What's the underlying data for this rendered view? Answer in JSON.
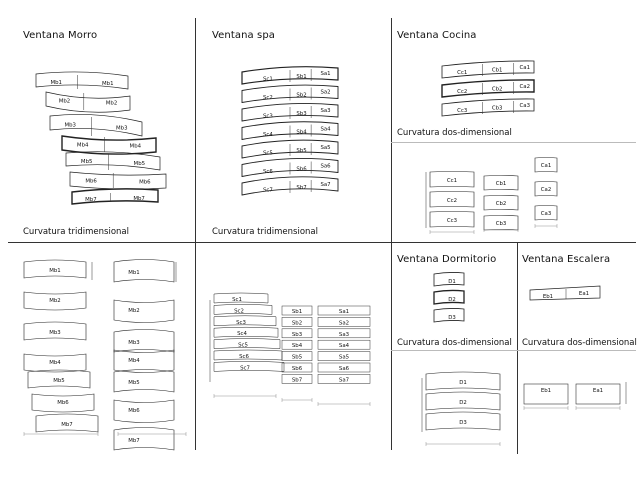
{
  "sections": {
    "morro": {
      "title": "Ventana Morro",
      "caption": "Curvatura tridimensional"
    },
    "spa": {
      "title": "Ventana spa",
      "caption": "Curvatura tridimensional"
    },
    "cocina": {
      "title": "Ventana Cocina",
      "caption": "Curvatura dos-dimensional"
    },
    "dormitorio": {
      "title": "Ventana Dormitorio",
      "caption": "Curvatura dos-dimensional"
    },
    "escalera": {
      "title": "Ventana Escalera",
      "caption": "Curvatura dos-dimensional"
    }
  },
  "pieces": {
    "morro": [
      [
        "Mb1",
        "Mb1"
      ],
      [
        "Mb2",
        "Mb2"
      ],
      [
        "Mb3",
        "Mb3"
      ],
      [
        "Mb4",
        "Mb4"
      ],
      [
        "Mb5",
        "Mb5"
      ],
      [
        "Mb6",
        "Mb6"
      ],
      [
        "Mb7",
        "Mb7"
      ]
    ],
    "spa": [
      [
        "Sc1",
        "Sb1",
        "Sa1"
      ],
      [
        "Sc2",
        "Sb2",
        "Sa2"
      ],
      [
        "Sc3",
        "Sb3",
        "Sa3"
      ],
      [
        "Sc4",
        "Sb4",
        "Sa4"
      ],
      [
        "Sc5",
        "Sb5",
        "Sa5"
      ],
      [
        "Sc6",
        "Sb6",
        "Sa6"
      ],
      [
        "Sc7",
        "Sb7",
        "Sa7"
      ]
    ],
    "cocina": [
      [
        "Cc1",
        "Cb1",
        "Ca1"
      ],
      [
        "Cc2",
        "Cb2",
        "Ca2"
      ],
      [
        "Cc3",
        "Cb3",
        "Ca3"
      ]
    ],
    "dormitorio": [
      "D1",
      "D2",
      "D3"
    ],
    "escalera": [
      "Eb1",
      "Ea1"
    ]
  }
}
